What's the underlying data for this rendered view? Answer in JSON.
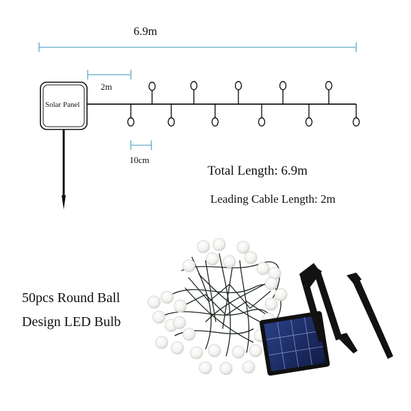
{
  "diagram": {
    "total_dimension_label": "6.9m",
    "leading_dimension_label": "2m",
    "bulb_spacing_label": "10cm",
    "panel_label": "Solar Panel"
  },
  "specs": {
    "total_length": "Total Length: 6.9m",
    "leading_cable_length": "Leading Cable Length: 2m"
  },
  "description": {
    "line1": "50pcs Round Ball",
    "line2": "Design LED Bulb"
  },
  "colors": {
    "dimension_line": "#7ab6d2",
    "wire": "#111111",
    "bulb": "#f4f4f2",
    "panel_cell": "#1c2f6b"
  }
}
